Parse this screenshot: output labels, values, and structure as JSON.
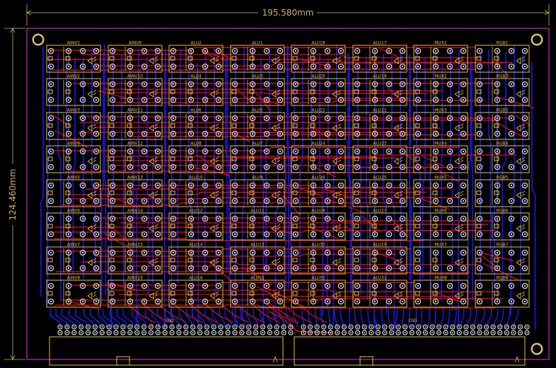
{
  "dimensions": {
    "width_label": "195.580mm",
    "height_label": "124.460mm"
  },
  "colors": {
    "board_outline": "#c02cc0",
    "silkscreen": "#e8c040",
    "top_trace": "#e01010",
    "bottom_trace": "#1a1aff",
    "pad": "#c8c8c8",
    "dimension": "#c8b46a"
  },
  "grid": {
    "columns": [
      "AINV",
      "AINV",
      "ALU",
      "ALU",
      "ALU",
      "ALU",
      "MUX",
      "RGB"
    ],
    "rows": [
      [
        "AINV1",
        "AINV9",
        "ALU2",
        "ALU1",
        "ALU18",
        "ALU17",
        "MUX1",
        "RGB1"
      ],
      [
        "AINV2",
        "AINV10",
        "ALU4",
        "ALU3",
        "ALU20",
        "ALU19",
        "MUX2",
        "RGB2"
      ],
      [
        "AINV3",
        "AINV11",
        "ALU6",
        "ALU5",
        "ALU22",
        "ALU21",
        "MUX3",
        "RGB3"
      ],
      [
        "AINV4",
        "AINV12",
        "ALU8",
        "ALU7",
        "ALU24",
        "ALU23",
        "MUX4",
        "RGB4"
      ],
      [
        "AINV5",
        "AINV13",
        "ALU10",
        "ALU9",
        "ALU26",
        "ALU25",
        "MUX5",
        "RGB5"
      ],
      [
        "AINV6",
        "AINV14",
        "ALU12",
        "ALU11",
        "ALU28",
        "ALU27",
        "MUX6",
        "RGB6"
      ],
      [
        "AINV7",
        "AINV15",
        "ALU14",
        "ALU13",
        "ALU30",
        "ALU29",
        "MUX7",
        "RGB7"
      ],
      [
        "AINV8",
        "AINV16",
        "ALU16",
        "ALU15",
        "ALU32",
        "ALU31",
        "MUX8",
        "RGB8"
      ]
    ]
  },
  "connectors": [
    {
      "label": "CN2"
    },
    {
      "label": "CN1"
    }
  ]
}
